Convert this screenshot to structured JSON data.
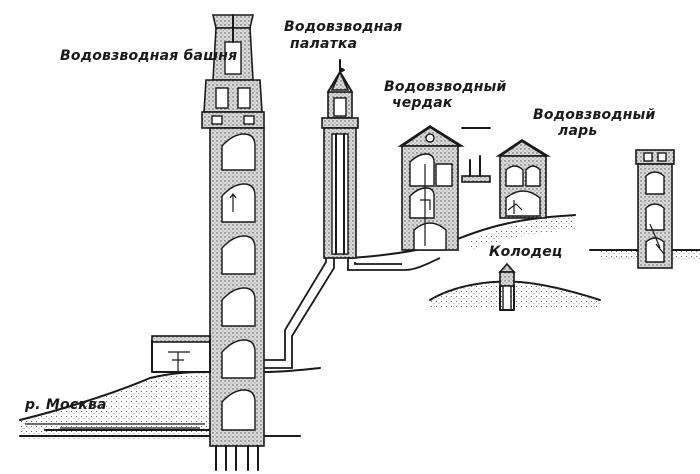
{
  "labels": {
    "water_tower": "Водовзводная башня",
    "water_tent_line1": "Водовзводная",
    "water_tent_line2": "палатка",
    "water_attic_line1": "Водовзводный",
    "water_attic_line2": "чердак",
    "water_chest_line1": "Водовзводный",
    "water_chest_line2": "ларь",
    "well": "Колодец",
    "river": "р. Москва"
  }
}
